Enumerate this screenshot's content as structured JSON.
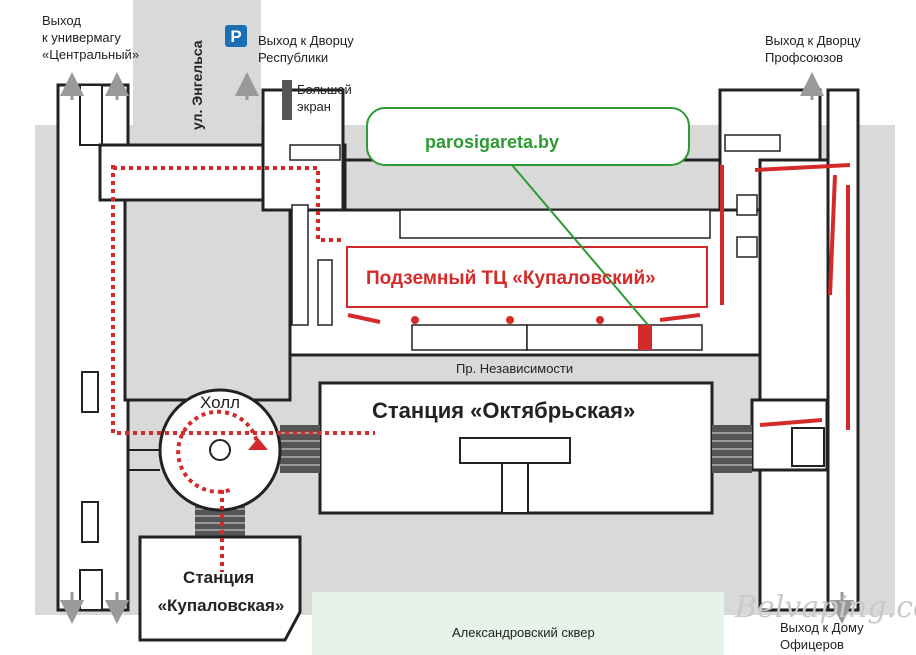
{
  "exits": {
    "univermag": [
      "Выход",
      "к универмагу",
      "«Центральный»"
    ],
    "dvorec_respubliki": [
      "Выход к Дворцу",
      "Республики"
    ],
    "dvorec_profsoyuzov": [
      "Выход к Дворцу",
      "Профсоюзов"
    ],
    "dom_oficerov": [
      "Выход к Дому",
      "Офицеров"
    ]
  },
  "streets": {
    "engelsa": "ул. Энгельса",
    "nezavisimosti": "Пр. Независимости"
  },
  "parking": {
    "glyph": "P",
    "color": "#1a6fb5"
  },
  "big_screen": [
    "Большой",
    "экран"
  ],
  "mall": {
    "name": "Подземный ТЦ «Купаловский»"
  },
  "hall": "Холл",
  "station_oktyabrskaya": "Станция «Октябрьская»",
  "station_kupalovskaya": [
    "Станция",
    "«Купаловская»"
  ],
  "square": "Александровский сквер",
  "callout": {
    "text": "parosigareta.by"
  },
  "watermark": "Belvaping.com",
  "colors": {
    "route_red": "#d42a2a",
    "callout_green": "#2e9a34",
    "gray_block": "#d9d9d9",
    "square_fill": "#e6f3e8"
  }
}
